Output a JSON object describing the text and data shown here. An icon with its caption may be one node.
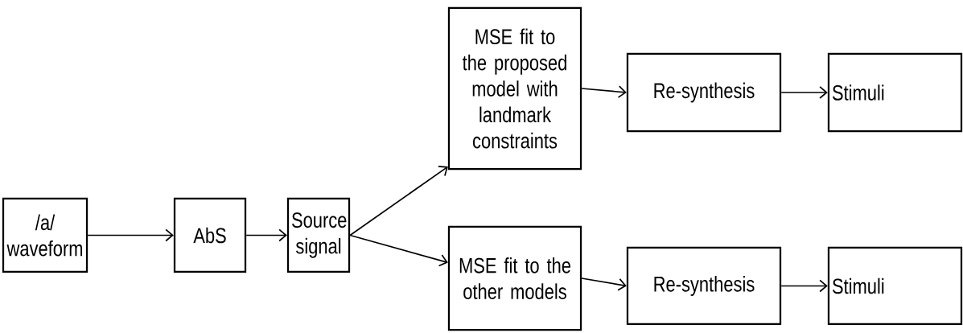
{
  "diagram": {
    "nodes": [
      {
        "text": [
          "/a/ waveform"
        ]
      },
      {
        "text": [
          "AbS"
        ]
      },
      {
        "text": [
          "Source signal"
        ]
      },
      {
        "text": [
          "MSE fit to the proposed model with landmark constraints"
        ]
      },
      {
        "text": [
          "Re-synthesis"
        ]
      },
      {
        "text": [
          "Stimuli"
        ]
      },
      {
        "text": [
          "MSE fit to the other models"
        ]
      },
      {
        "text": [
          "Re-synthesis"
        ]
      },
      {
        "text": [
          "Stimuli"
        ]
      }
    ],
    "edges": [
      {
        "from": 0,
        "to": 1,
        "arrow": "to"
      },
      {
        "from": 1,
        "to": 2,
        "arrow": "to"
      },
      {
        "from": 2,
        "to": 3,
        "arrow": "to"
      },
      {
        "from": 2,
        "to": 6,
        "arrow": "to"
      },
      {
        "from": 3,
        "to": 4,
        "arrow": "to"
      },
      {
        "from": 4,
        "to": 5,
        "arrow": "to"
      },
      {
        "from": 6,
        "to": 7,
        "arrow": "to"
      },
      {
        "from": 7,
        "to": 8,
        "arrow": "to"
      }
    ]
  }
}
